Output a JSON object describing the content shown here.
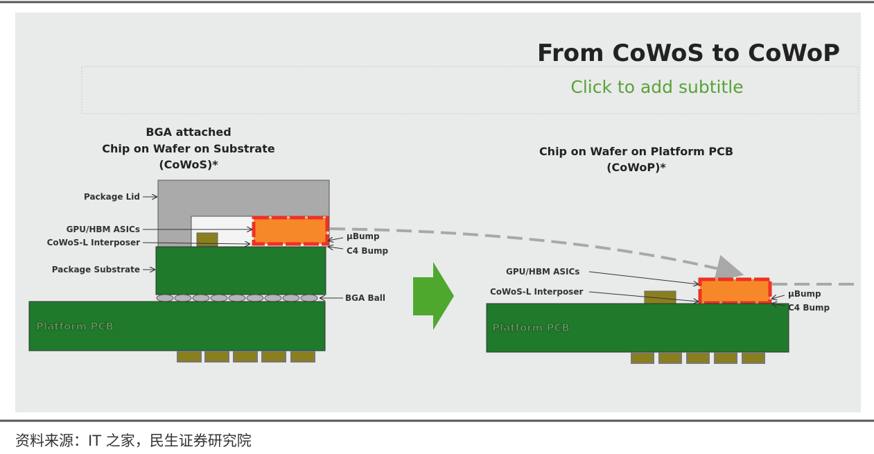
{
  "slide": {
    "title": "From CoWoS to CoWoP",
    "subtitle": "Click to add subtitle"
  },
  "left": {
    "heading": [
      "BGA attached",
      "Chip on Wafer on Substrate",
      "(CoWoS)*"
    ],
    "labels": {
      "package_lid": "Package Lid",
      "gpu_hbm": "GPU/HBM ASICs",
      "interposer": "CoWoS-L Interposer",
      "substrate": "Package Substrate",
      "ubump": "μBump",
      "c4": "C4 Bump",
      "bga": "BGA Ball",
      "pcb": "Platform PCB"
    }
  },
  "right": {
    "heading": [
      "Chip on Wafer on Platform PCB",
      "(CoWoP)*"
    ],
    "labels": {
      "gpu_hbm": "GPU/HBM ASICs",
      "interposer": "CoWoS-L Interposer",
      "ubump": "μBump",
      "c4": "C4 Bump",
      "pcb": "Platform PCB"
    }
  },
  "caption": "资料来源：IT 之家，民生证券研究院",
  "colors": {
    "green": "#1f7a2b",
    "orange": "#f7882a",
    "red": "#ee3124",
    "subtitle": "#5aa13a",
    "arrow": "#4fa82e"
  }
}
